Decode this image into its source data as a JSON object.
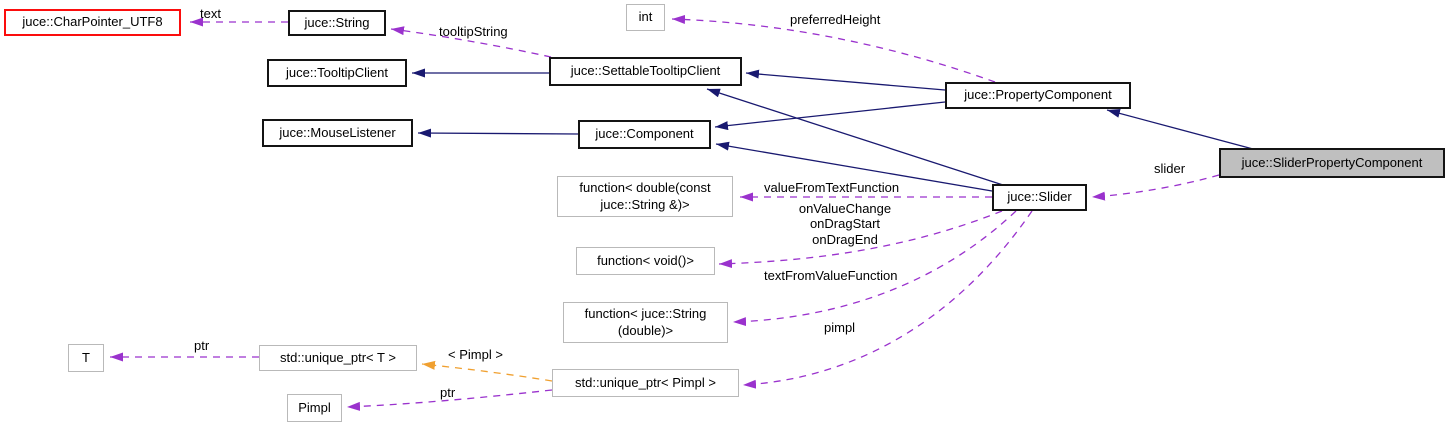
{
  "diagram": {
    "type": "doxygen-collaboration-graph",
    "focus_node": "juce::SliderPropertyComponent"
  },
  "colors": {
    "inheritance_edge": "#191970",
    "usage_edge": "#9a32cd",
    "template_edge": "#f0a030",
    "node_border": "#141414",
    "template_node_border": "#b9b9b9",
    "truncated_node_border": "#fb0d0d",
    "current_node_fill": "#bfbfbf",
    "background": "#ffffff"
  },
  "nodes": {
    "char_pointer_utf8": {
      "label": "juce::CharPointer_UTF8"
    },
    "string": {
      "label": "juce::String"
    },
    "tooltip_client": {
      "label": "juce::TooltipClient"
    },
    "settable_tooltip_client": {
      "label": "juce::SettableTooltipClient"
    },
    "mouse_listener": {
      "label": "juce::MouseListener"
    },
    "component": {
      "label": "juce::Component"
    },
    "int_type": {
      "label": "int"
    },
    "property_component": {
      "label": "juce::PropertyComponent"
    },
    "slider_property_component": {
      "label": "juce::SliderPropertyComponent"
    },
    "slider": {
      "label": "juce::Slider"
    },
    "fn_value_from_text": {
      "label": "function< double(const\njuce::String &)>"
    },
    "fn_void": {
      "label": "function< void()>"
    },
    "fn_text_from_value": {
      "label": "function< juce::String\n(double)>"
    },
    "unique_ptr_pimpl": {
      "label": "std::unique_ptr< Pimpl >"
    },
    "t_type": {
      "label": "T"
    },
    "unique_ptr_t": {
      "label": "std::unique_ptr< T >"
    },
    "pimpl": {
      "label": "Pimpl"
    }
  },
  "edge_labels": {
    "text": "text",
    "tooltip_string": "tooltipString",
    "preferred_height": "preferredHeight",
    "slider": "slider",
    "value_from_text": "valueFromTextFunction",
    "slider_callbacks": "onValueChange\nonDragStart\nonDragEnd",
    "text_from_value": "textFromValueFunction",
    "pimpl": "pimpl",
    "ptr_t": "ptr",
    "template_args": "< Pimpl >",
    "ptr_pimpl": "ptr"
  }
}
